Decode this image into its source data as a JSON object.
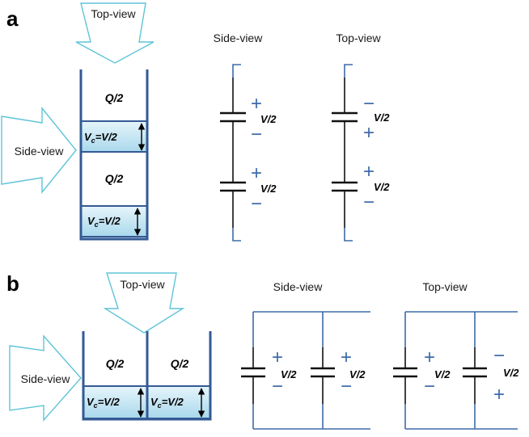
{
  "panel_a": {
    "label": "a",
    "arrow_top_label": "Top-view",
    "arrow_side_label": "Side-view",
    "charge_label": "Q/2",
    "vc_label": "=V/2",
    "vc_symbol": "V",
    "vc_subscript": "c",
    "circuit_side": {
      "title": "Side-view",
      "voltage_label": "V/2",
      "signs": [
        "+",
        "−",
        "+",
        "−"
      ]
    },
    "circuit_top": {
      "title": "Top-view",
      "voltage_label": "V/2",
      "signs": [
        "−",
        "+",
        "+",
        "−"
      ]
    }
  },
  "panel_b": {
    "label": "b",
    "arrow_top_label": "Top-view",
    "arrow_side_label": "Side-view",
    "charge_label": "Q/2",
    "vc_label": "=V/2",
    "vc_symbol": "V",
    "vc_subscript": "c",
    "circuit_side": {
      "title": "Side-view",
      "voltage_label": "V/2",
      "signs": [
        "+",
        "−",
        "+",
        "−"
      ]
    },
    "circuit_top": {
      "title": "Top-view",
      "voltage_label": "V/2",
      "signs": [
        "+",
        "−",
        "−",
        "+"
      ]
    }
  },
  "colors": {
    "wall": "#335a94",
    "circuit_wire": "#3d6ba8",
    "arrow_outline": "#5fc4d8",
    "dielectric_light": "#e6f5fb",
    "dielectric_dark": "#a9d8ec"
  }
}
